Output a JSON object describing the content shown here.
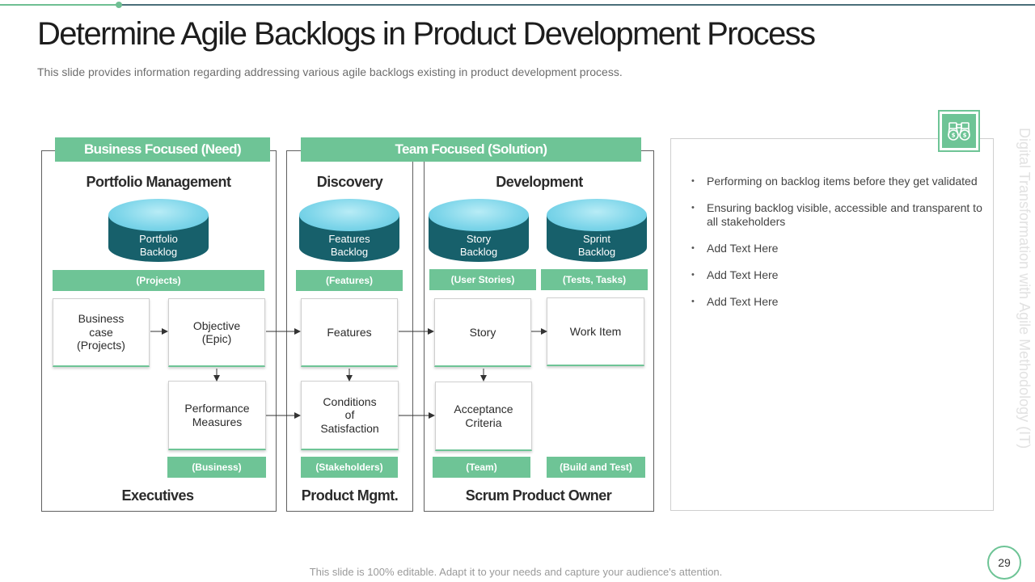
{
  "slide": {
    "title": "Determine Agile Backlogs in Product Development Process",
    "subtitle": "This slide provides information regarding addressing various agile backlogs existing in product development process.",
    "vertical_label": "Digital Transformation with Agile Methodology (IT)",
    "page_number": "29",
    "footer_note": "This slide is 100% editable. Adapt it to your needs and capture your audience's attention."
  },
  "colors": {
    "accent": "#6ec496",
    "cylinder_body": "#17606b",
    "cylinder_top": "#7fd6ea",
    "frame_border": "#5f5f5f"
  },
  "diagram": {
    "bands": {
      "business": "Business Focused (Need)",
      "team": "Team Focused (Solution)"
    },
    "headings": {
      "portfolio": "Portfolio Management",
      "discovery": "Discovery",
      "development": "Development"
    },
    "backlogs": {
      "portfolio": "Portfolio\nBacklog",
      "features": "Features\nBacklog",
      "story": "Story\nBacklog",
      "sprint": "Sprint\nBacklog"
    },
    "top_tags": {
      "projects": "(Projects)",
      "features": "(Features)",
      "user_stories": "(User Stories)",
      "tests_tasks": "(Tests, Tasks)"
    },
    "boxes": {
      "business_case": "Business\ncase\n(Projects)",
      "objective": "Objective\n(Epic)",
      "features": "Features",
      "story": "Story",
      "work_item": "Work Item",
      "performance": "Performance\nMeasures",
      "conditions": "Conditions\nof\nSatisfaction",
      "acceptance": "Acceptance\nCriteria"
    },
    "bottom_tags": {
      "business": "(Business)",
      "stakeholders": "(Stakeholders)",
      "team": "(Team)",
      "build_test": "(Build and Test)"
    },
    "roles": {
      "executives": "Executives",
      "product_mgmt": "Product Mgmt.",
      "scrum_owner": "Scrum Product Owner"
    }
  },
  "info": {
    "icon": "binoculars-icon",
    "bullets": [
      "Performing on backlog items before they get validated",
      "Ensuring backlog visible, accessible and transparent to all stakeholders",
      "Add Text Here",
      "Add Text Here",
      "Add Text Here"
    ]
  }
}
